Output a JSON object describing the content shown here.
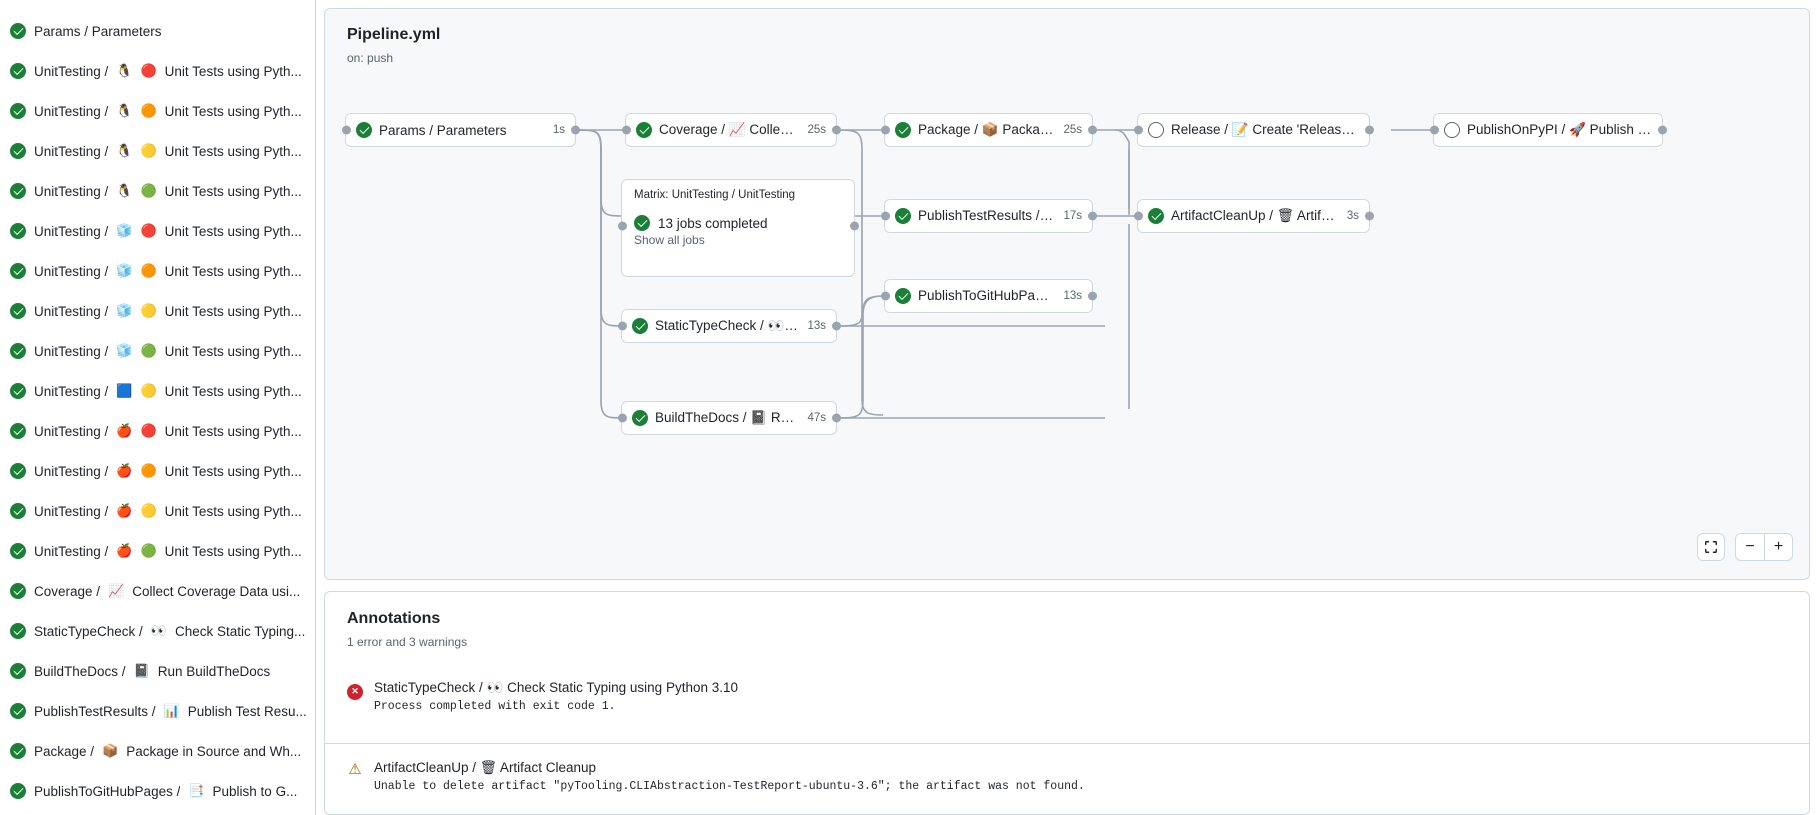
{
  "sidebar": {
    "jobs": [
      {
        "status": "success",
        "label": "Params / Parameters",
        "os": "",
        "ver": ""
      },
      {
        "status": "success",
        "label": "UnitTesting / ",
        "os": "🐧",
        "ver": "🔴",
        "tail": "Unit Tests using Pyth..."
      },
      {
        "status": "success",
        "label": "UnitTesting / ",
        "os": "🐧",
        "ver": "🟠",
        "tail": "Unit Tests using Pyth..."
      },
      {
        "status": "success",
        "label": "UnitTesting / ",
        "os": "🐧",
        "ver": "🟡",
        "tail": "Unit Tests using Pyth..."
      },
      {
        "status": "success",
        "label": "UnitTesting / ",
        "os": "🐧",
        "ver": "🟢",
        "tail": "Unit Tests using Pyth..."
      },
      {
        "status": "success",
        "label": "UnitTesting / ",
        "os": "🧊",
        "ver": "🔴",
        "tail": "Unit Tests using Pyth..."
      },
      {
        "status": "success",
        "label": "UnitTesting / ",
        "os": "🧊",
        "ver": "🟠",
        "tail": "Unit Tests using Pyth..."
      },
      {
        "status": "success",
        "label": "UnitTesting / ",
        "os": "🧊",
        "ver": "🟡",
        "tail": "Unit Tests using Pyth..."
      },
      {
        "status": "success",
        "label": "UnitTesting / ",
        "os": "🧊",
        "ver": "🟢",
        "tail": "Unit Tests using Pyth..."
      },
      {
        "status": "success",
        "label": "UnitTesting / ",
        "os": "🟦",
        "ver": "🟡",
        "tail": "Unit Tests using Pyth..."
      },
      {
        "status": "success",
        "label": "UnitTesting / ",
        "os": "🍎",
        "ver": "🔴",
        "tail": "Unit Tests using Pyth..."
      },
      {
        "status": "success",
        "label": "UnitTesting / ",
        "os": "🍎",
        "ver": "🟠",
        "tail": "Unit Tests using Pyth..."
      },
      {
        "status": "success",
        "label": "UnitTesting / ",
        "os": "🍎",
        "ver": "🟡",
        "tail": "Unit Tests using Pyth..."
      },
      {
        "status": "success",
        "label": "UnitTesting / ",
        "os": "🍎",
        "ver": "🟢",
        "tail": "Unit Tests using Pyth..."
      },
      {
        "status": "success",
        "label": "Coverage / ",
        "os": "📈",
        "ver": "",
        "tail": "Collect Coverage Data usi..."
      },
      {
        "status": "success",
        "label": "StaticTypeCheck / ",
        "os": "👀",
        "ver": "",
        "tail": "Check Static Typing..."
      },
      {
        "status": "success",
        "label": "BuildTheDocs / ",
        "os": "📓",
        "ver": "",
        "tail": "Run BuildTheDocs"
      },
      {
        "status": "success",
        "label": "PublishTestResults / ",
        "os": "📊",
        "ver": "",
        "tail": "Publish Test Resu..."
      },
      {
        "status": "success",
        "label": "Package / ",
        "os": "📦",
        "ver": "",
        "tail": "Package in Source and Wh..."
      },
      {
        "status": "success",
        "label": "PublishToGitHubPages / ",
        "os": "📑",
        "ver": "",
        "tail": "Publish to G..."
      }
    ]
  },
  "graph": {
    "title": "Pipeline.yml",
    "subtitle": "on: push",
    "nodes": [
      {
        "id": "params",
        "status": "success",
        "label": "Params / Parameters",
        "emoji": "",
        "time": "1s"
      },
      {
        "id": "coverage",
        "status": "success",
        "label": "Coverage / ",
        "emoji": "📈",
        "tail": "Collect Cove...",
        "time": "25s"
      },
      {
        "id": "statictype",
        "status": "success",
        "label": "StaticTypeCheck / ",
        "emoji": "👀",
        "tail": "Chec...",
        "time": "13s"
      },
      {
        "id": "builddocs",
        "status": "success",
        "label": "BuildTheDocs / ",
        "emoji": "📓",
        "tail": "Run Buil...",
        "time": "47s"
      },
      {
        "id": "package",
        "status": "success",
        "label": "Package / ",
        "emoji": "📦",
        "tail": "Package in So...",
        "time": "25s"
      },
      {
        "id": "testresults",
        "status": "success",
        "label": "PublishTestResults / ",
        "emoji": "📊",
        "tail": "Pu...",
        "time": "17s"
      },
      {
        "id": "ghpages",
        "status": "success",
        "label": "PublishToGitHubPages / ",
        "emoji": "📑",
        "tail": "...",
        "time": "13s"
      },
      {
        "id": "release",
        "status": "skipped",
        "label": "Release / ",
        "emoji": "📝",
        "tail": "Create 'Release P...",
        "time": ""
      },
      {
        "id": "cleanup",
        "status": "success",
        "label": "ArtifactCleanUp / ",
        "emoji": "🗑",
        "tail": "Artifac...",
        "time": "3s"
      },
      {
        "id": "pypi",
        "status": "skipped",
        "label": "PublishOnPyPI / ",
        "emoji": "🚀",
        "tail": "Publish to ...",
        "time": ""
      }
    ],
    "matrix": {
      "title": "Matrix: UnitTesting / UnitTesting",
      "status": "success",
      "summary": "13 jobs completed",
      "link": "Show all jobs"
    },
    "controls": {
      "fit_label": "fit-to-screen",
      "zoom_out_label": "−",
      "zoom_in_label": "+"
    }
  },
  "annotations": {
    "title": "Annotations",
    "summary": "1 error and 3 warnings",
    "items": [
      {
        "severity": "error",
        "heading_pre": "StaticTypeCheck / ",
        "emoji": "👀",
        "heading_post": "Check Static Typing using Python 3.10",
        "message": "Process completed with exit code 1."
      },
      {
        "severity": "warning",
        "heading_pre": "ArtifactCleanUp / ",
        "emoji": "🗑",
        "heading_post": "Artifact Cleanup",
        "message": "Unable to delete artifact \"pyTooling.CLIAbstraction-TestReport-ubuntu-3.6\"; the artifact was not found."
      }
    ]
  },
  "colors": {
    "success": "#1a7f37",
    "error": "#cf222e",
    "warning": "#9a6700",
    "border": "#d1d9e0",
    "canvas": "#f6f8fa",
    "edge": "#9ba4ae"
  }
}
